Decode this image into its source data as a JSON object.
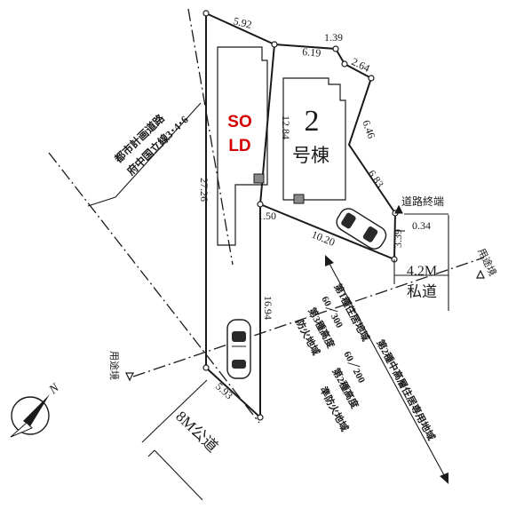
{
  "site_plan": {
    "sold_line1": "SO",
    "sold_line2": "LD",
    "building_number": "2",
    "building_unit": "号棟",
    "dimensions": {
      "d_592": "5.92",
      "d_139": "1.39",
      "d_619": "6.19",
      "d_264": "2.64",
      "d_646": "6.46",
      "d_683": "6.83",
      "d_1284": "12.84",
      "d_2726": "27.26",
      "d_150": "1.50",
      "d_1020": "10.20",
      "d_339": "3.39",
      "d_034": "0.34",
      "d_1694": "16.94",
      "d_593": "5.93"
    },
    "planned_road_line1": "都市計画道路",
    "planned_road_line2": "府中国立線3･4･6",
    "road_end_label": "道路終端",
    "private_road_width": "4.2M",
    "private_road_label": "私道",
    "public_road_label": "8M公道",
    "usage_boundary_left": "用途境",
    "usage_boundary_right": "用途境",
    "zone_b_line1": "第2種中高層住居専用地域",
    "zone_b_line2": "60／200",
    "zone_b_line3": "第2種高度",
    "zone_b_line4": "準防火地域",
    "zone_a_line1": "第1種住居地域",
    "zone_a_line2": "60／300",
    "zone_a_line3": "第3種高度",
    "zone_a_line4": "防火地域",
    "north_label": "N"
  }
}
